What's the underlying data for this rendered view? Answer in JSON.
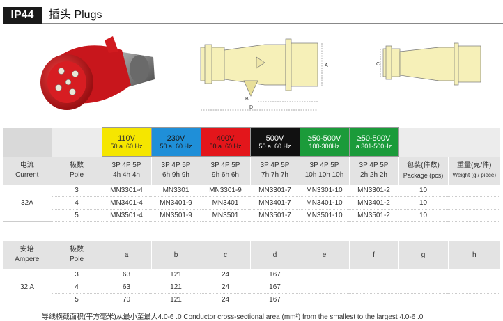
{
  "header": {
    "badge": "IP44",
    "title": "插头 Plugs"
  },
  "dimensions": {
    "a": "A",
    "b": "B",
    "c": "C",
    "d": "D"
  },
  "voltages": [
    {
      "v": "110V",
      "hz": "50 a. 60 Hz",
      "bg": "#f5e600",
      "fg": "#333333"
    },
    {
      "v": "230V",
      "hz": "50 a. 60 Hz",
      "bg": "#1f8fd8",
      "fg": "#1a1a1a"
    },
    {
      "v": "400V",
      "hz": "50 a. 60 Hz",
      "bg": "#e3161b",
      "fg": "#1a1a1a"
    },
    {
      "v": "500V",
      "hz": "50 a. 60 Hz",
      "bg": "#111111",
      "fg": "#ffffff"
    },
    {
      "v": "≥50-500V",
      "hz": "100-300Hz",
      "bg": "#1b9b3a",
      "fg": "#ffffff"
    },
    {
      "v": "≥50-500V",
      "hz": "a.301-500Hz",
      "bg": "#1b9b3a",
      "fg": "#ffffff"
    }
  ],
  "table1": {
    "h_current_cn": "电流",
    "h_current_en": "Current",
    "h_pole_cn": "极数",
    "h_pole_en": "Pole",
    "pole_cols": [
      {
        "top": "3P  4P  5P",
        "bottom": "4h  4h  4h"
      },
      {
        "top": "3P  4P  5P",
        "bottom": "6h  9h  9h"
      },
      {
        "top": "3P  4P  5P",
        "bottom": "9h  6h  6h"
      },
      {
        "top": "3P  4P  5P",
        "bottom": "7h  7h  7h"
      },
      {
        "top": "3P  4P  5P",
        "bottom": "10h 10h 10h"
      },
      {
        "top": "3P  4P  5P",
        "bottom": "2h 2h 2h"
      }
    ],
    "h_pkg_cn": "包装(件数)",
    "h_pkg_en": "Package (pcs)",
    "h_wt_cn": "重量(克/件)",
    "h_wt_en": "Weight (g / piece)",
    "current": "32A",
    "rows": [
      {
        "pole": "3",
        "codes": [
          "MN3301-4",
          "MN3301",
          "MN3301-9",
          "MN3301-7",
          "MN3301-10",
          "MN3301-2"
        ],
        "pkg": "10"
      },
      {
        "pole": "4",
        "codes": [
          "MN3401-4",
          "MN3401-9",
          "MN3401",
          "MN3401-7",
          "MN3401-10",
          "MN3401-2"
        ],
        "pkg": "10"
      },
      {
        "pole": "5",
        "codes": [
          "MN3501-4",
          "MN3501-9",
          "MN3501",
          "MN3501-7",
          "MN3501-10",
          "MN3501-2"
        ],
        "pkg": "10"
      }
    ]
  },
  "table2": {
    "h_amp_cn": "安培",
    "h_amp_en": "Ampere",
    "h_pole_cn": "极数",
    "h_pole_en": "Pole",
    "cols": [
      "a",
      "b",
      "c",
      "d",
      "e",
      "f",
      "g",
      "h"
    ],
    "ampere": "32 A",
    "rows": [
      {
        "pole": "3",
        "vals": [
          "63",
          "121",
          "24",
          "167",
          "",
          "",
          "",
          ""
        ]
      },
      {
        "pole": "4",
        "vals": [
          "63",
          "121",
          "24",
          "167",
          "",
          "",
          "",
          ""
        ]
      },
      {
        "pole": "5",
        "vals": [
          "70",
          "121",
          "24",
          "167",
          "",
          "",
          "",
          ""
        ]
      }
    ]
  },
  "footnote": "导线横截面积(平方毫米)从最小至最大4.0-6 .0   Conductor cross-sectional area (mm²) from the smallest to the largest 4.0-6 .0"
}
